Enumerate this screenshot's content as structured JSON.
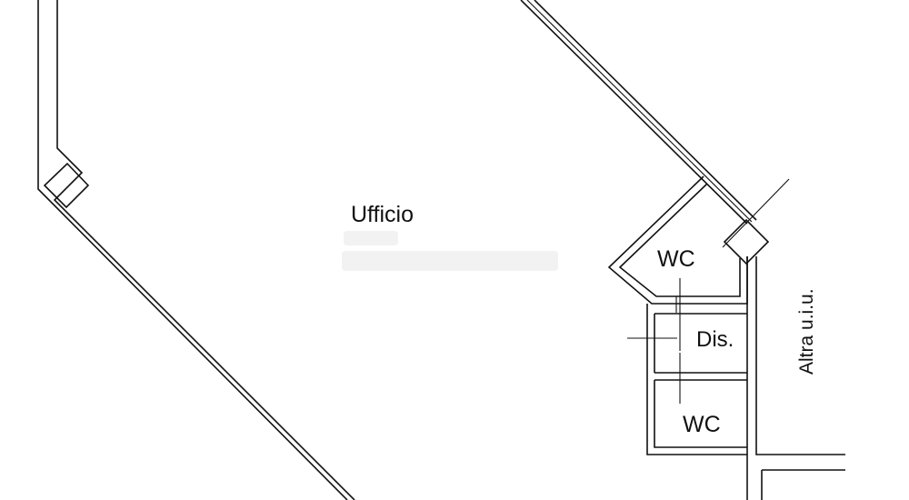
{
  "floor_plan": {
    "rooms": {
      "office": "Ufficio",
      "wc_upper": "WC",
      "hallway": "Dis.",
      "wc_lower": "WC",
      "neighbor_unit": "Altra u.i.u."
    }
  }
}
